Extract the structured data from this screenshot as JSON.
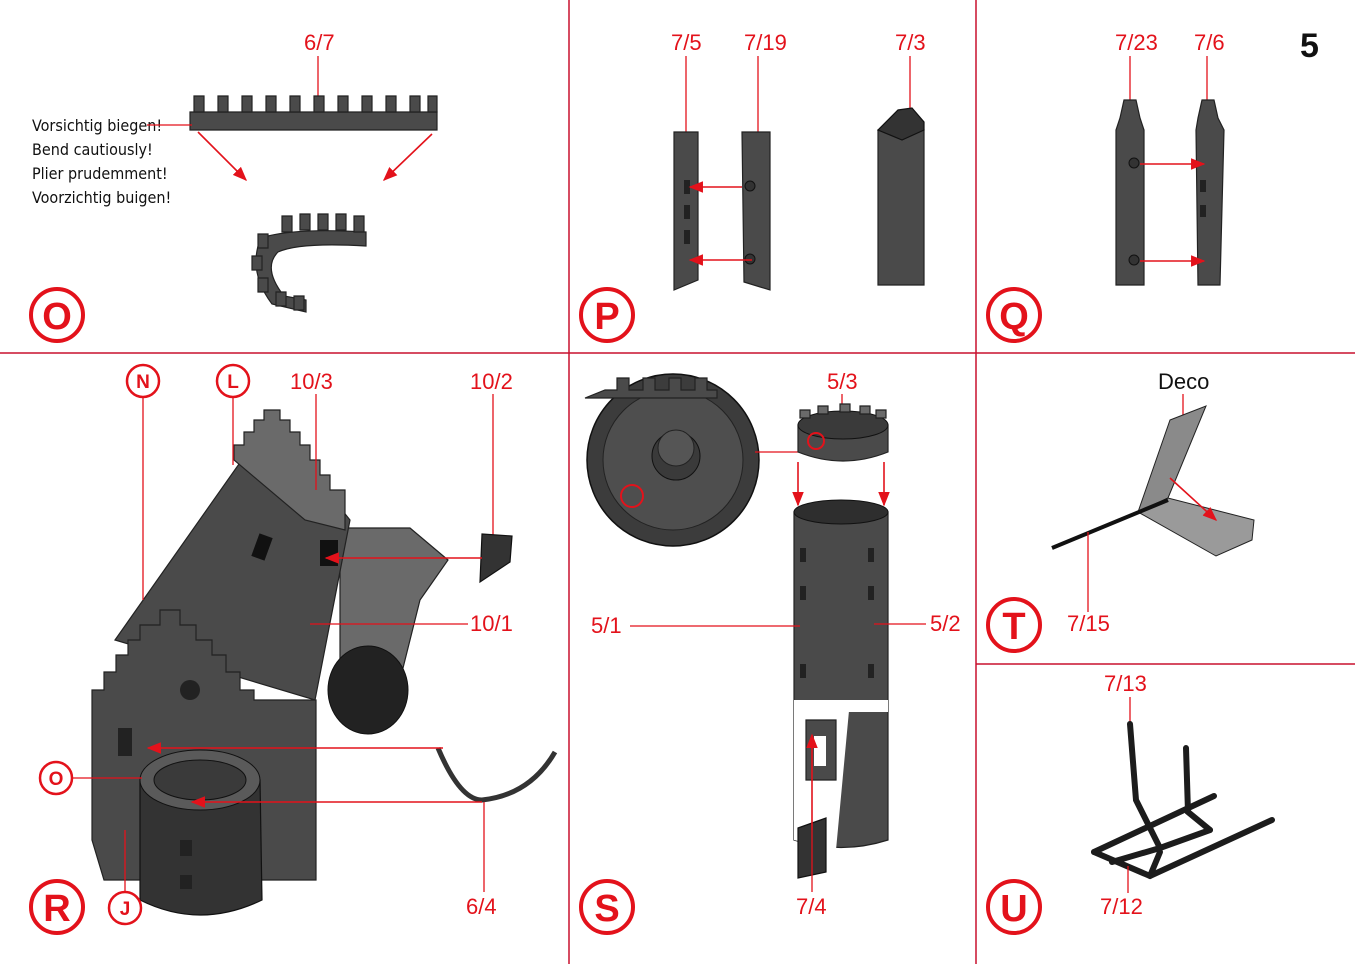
{
  "page_number": "5",
  "colors": {
    "accent": "#e3121b",
    "divider": "#c8102e",
    "part": "#4a4a4a"
  },
  "panels": {
    "O": {
      "step": "O",
      "part": "6/7",
      "notes": [
        "Vorsichtig biegen!",
        "Bend cautiously!",
        "Plier prudemment!",
        "Voorzichtig buigen!"
      ]
    },
    "P": {
      "step": "P",
      "parts": [
        "7/5",
        "7/19",
        "7/3"
      ]
    },
    "Q": {
      "step": "Q",
      "parts": [
        "7/23",
        "7/6"
      ]
    },
    "R": {
      "step": "R",
      "markers": [
        "N",
        "L",
        "O",
        "J"
      ],
      "parts": [
        "10/3",
        "10/2",
        "10/1",
        "6/4"
      ]
    },
    "S": {
      "step": "S",
      "parts": [
        "5/3",
        "5/1",
        "5/2",
        "7/4"
      ]
    },
    "T": {
      "step": "T",
      "deco": "Deco",
      "part": "7/15"
    },
    "U": {
      "step": "U",
      "parts": [
        "7/13",
        "7/12"
      ]
    }
  }
}
